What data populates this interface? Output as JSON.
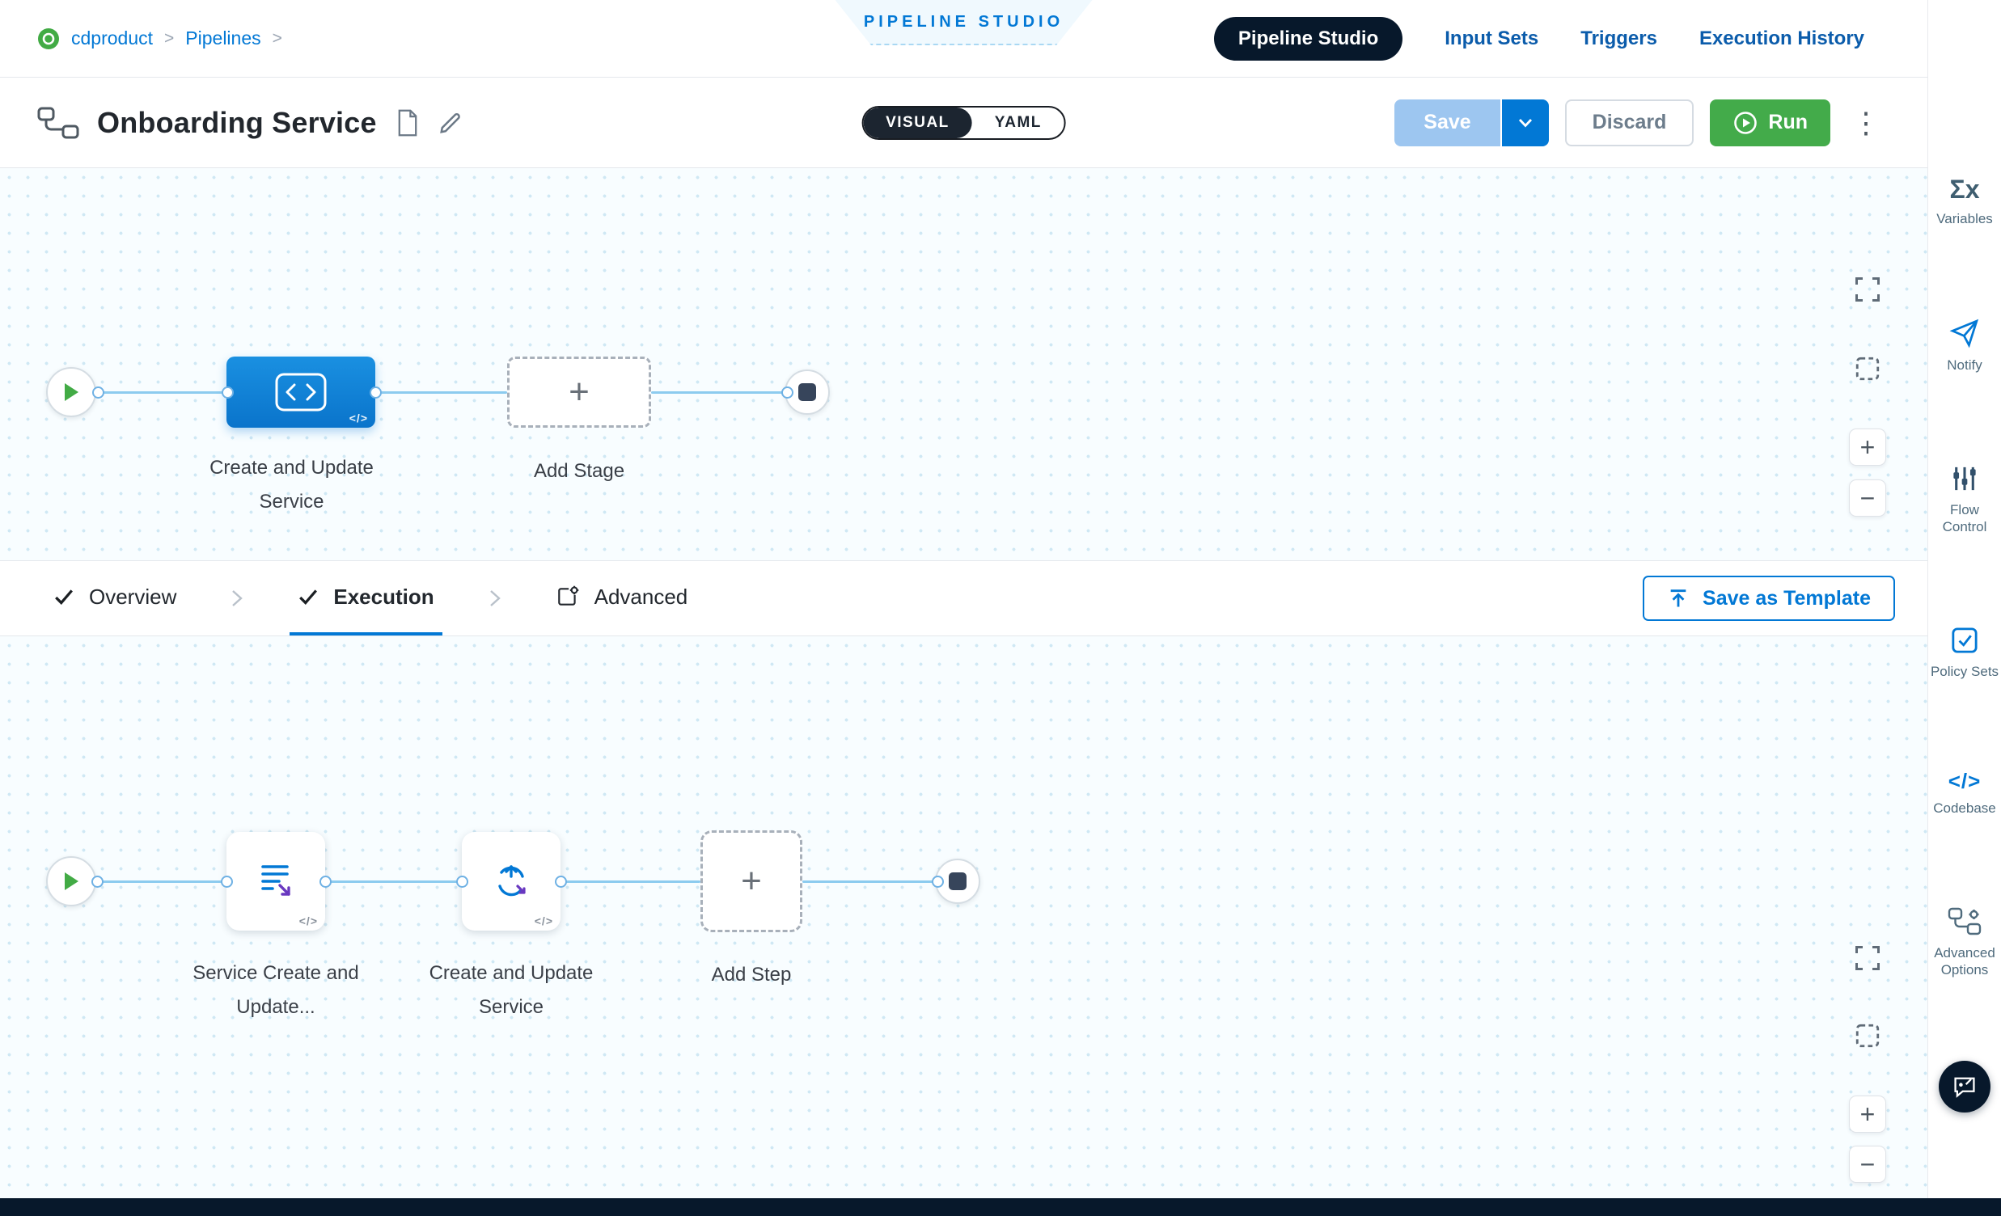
{
  "breadcrumb": {
    "project_label": "cdproduct",
    "pipelines_label": "Pipelines"
  },
  "banner_label": "PIPELINE STUDIO",
  "top_nav": {
    "items": [
      {
        "label": "Pipeline Studio",
        "active": true
      },
      {
        "label": "Input Sets",
        "active": false
      },
      {
        "label": "Triggers",
        "active": false
      },
      {
        "label": "Execution History",
        "active": false
      }
    ]
  },
  "header": {
    "title": "Onboarding Service",
    "mode_visual": "VISUAL",
    "mode_yaml": "YAML",
    "save_label": "Save",
    "discard_label": "Discard",
    "run_label": "Run"
  },
  "stage_canvas": {
    "stage_label": "Create and Update Service",
    "add_stage_label": "Add Stage"
  },
  "pipeline_tabs": {
    "overview_label": "Overview",
    "execution_label": "Execution",
    "advanced_label": "Advanced",
    "save_as_template_label": "Save as Template"
  },
  "execution_canvas": {
    "step1_label": "Service Create and Update...",
    "step2_label": "Create and Update Service",
    "add_step_label": "Add Step"
  },
  "sidebar": {
    "items": [
      {
        "label": "Variables",
        "icon": "sigma-x-icon"
      },
      {
        "label": "Notify",
        "icon": "paper-plane-icon"
      },
      {
        "label": "Flow Control",
        "icon": "sliders-icon"
      },
      {
        "label": "Policy Sets",
        "icon": "policy-check-icon"
      },
      {
        "label": "Codebase",
        "icon": "code-brackets-icon"
      },
      {
        "label": "Advanced Options",
        "icon": "pipeline-gear-icon"
      }
    ]
  },
  "glyphs": {
    "code_badge": "</>",
    "sigma": "Σx",
    "plus": "+",
    "kebab": "⋮"
  },
  "colors": {
    "primary": "#0278d5",
    "navy": "#07182b",
    "green": "#42ab45"
  }
}
